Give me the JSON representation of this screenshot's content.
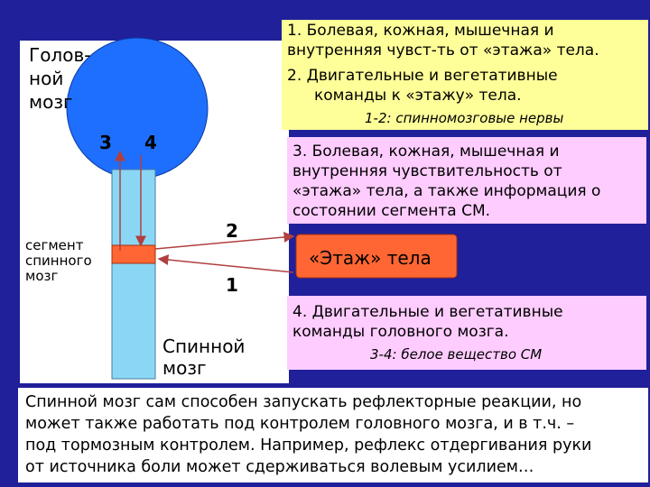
{
  "brain_label": [
    "Голов-",
    "ной",
    "мозг"
  ],
  "segment_label": [
    "сегмент",
    "спинного",
    "мозг"
  ],
  "spinal_cord_label": [
    "Спинной",
    "мозг"
  ],
  "num_3": "3",
  "num_4": "4",
  "num_2": "2",
  "num_1": "1",
  "box_top": {
    "line1": "1. Болевая, кожная, мышечная и",
    "line2": "внутренняя чувст-ть от «этажа» тела.",
    "line3": "2. Двигательные и вегетативные",
    "line4": "команды к «этажу» тела.",
    "note": "1-2: спинномозговые нервы"
  },
  "box_3": {
    "line1": "3. Болевая, кожная, мышечная и",
    "line2": "внутренняя чувствительность от",
    "line3": "«этажа» тела, а также информация о",
    "line4": "состоянии сегмента СМ."
  },
  "floor_label": "«Этаж» тела",
  "box_4": {
    "line1": "4. Двигательные и вегетативные",
    "line2": "команды головного мозга.",
    "note": "3-4: белое вещество СМ"
  },
  "bottom_text": [
    "Спинной мозг сам способен запускать рефлекторные реакции, но",
    "может также работать под контролем головного мозга, и в т.ч. –",
    "под тормозным контролем. Например, рефлекс отдергивания руки",
    "от источника боли может сдерживаться волевым усилием…"
  ],
  "colors": {
    "background": "#20209a",
    "brain": "#1f6fff",
    "cord": "#8ad7f5",
    "segment": "#ff6633",
    "floor_box": "#ff6633",
    "arrow": "#b04040",
    "yellow": "#ffff99",
    "pink": "#ffccff"
  }
}
